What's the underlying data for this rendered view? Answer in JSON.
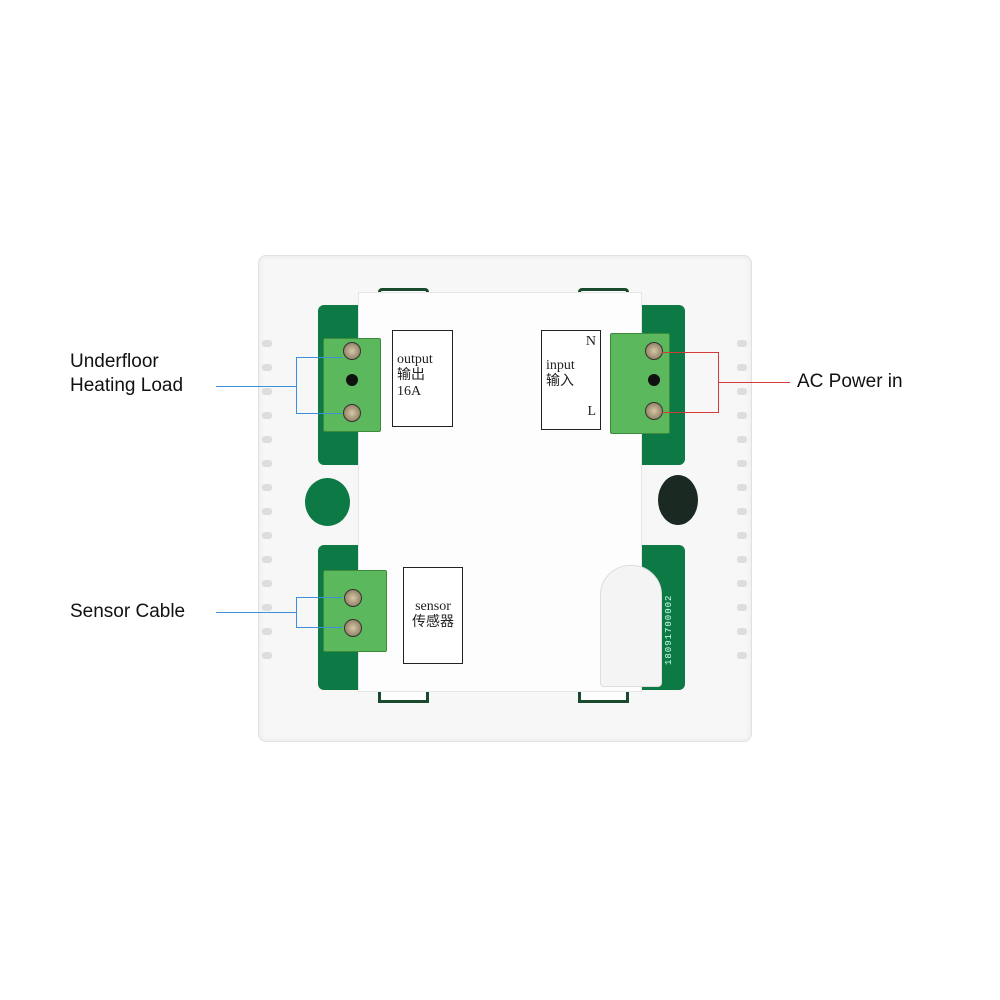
{
  "callouts": {
    "underfloor_line1": "Underfloor",
    "underfloor_line2": "Heating Load",
    "sensor": "Sensor Cable",
    "ac_power": "AC Power in"
  },
  "device_labels": {
    "output": "output",
    "output_cn": "输出",
    "output_rating": "16A",
    "input": "input",
    "input_cn": "输入",
    "input_n": "N",
    "input_l": "L",
    "sensor": "sensor",
    "sensor_cn": "传感器",
    "pcb_serial": "18091700002"
  },
  "colors": {
    "load_line": "#3d8fd9",
    "power_line": "#d43a3a",
    "pcb": "#0d7a45",
    "terminal": "#5cb85c"
  }
}
